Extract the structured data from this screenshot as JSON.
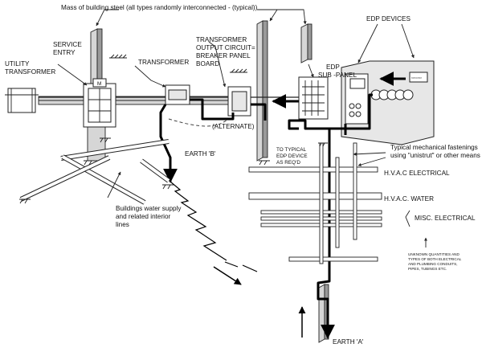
{
  "labels": {
    "steel_mass": "Mass of building steel (all types randomly interconnected - (typical))",
    "edp_devices": "EDP DEVICES",
    "service_entry_1": "SERVICE",
    "service_entry_2": "ENTRY",
    "transformer_output_1": "TRANSFORMER",
    "transformer_output_2": "OUTPUT CIRCUIT=",
    "transformer_output_3": "BREAKER PANEL",
    "transformer_output_4": "BOARD",
    "edp_subpanel_1": "EDP",
    "edp_subpanel_2": "SUB -PANEL",
    "utility_transformer_1": "UTILITY",
    "utility_transformer_2": "TRANSFORMER",
    "transformer": "TRANSFORMER",
    "alternate": "(ALTERNATE)",
    "earth_b": "EARTH 'B'",
    "to_typical_1": "TO TYPICAL",
    "to_typical_2": "EDP DEVICE",
    "to_typical_3": "AS REQ'D",
    "fastenings_1": "Typical mechanical fastenings",
    "fastenings_2": "using \"unistrut\" or other means",
    "hvac_electrical": "H.V.A.C  ELECTRICAL",
    "hvac_water": "H.V.A.C. WATER",
    "misc_electrical": "MISC. ELECTRICAL",
    "water_supply_1": "Buildings water supply",
    "water_supply_2": "and related interior",
    "water_supply_3": "lines",
    "unknown_1": "UNKNOWN QUANTITIES AND",
    "unknown_2": "TYPES OF BOTH ELECTRICAL",
    "unknown_3": "AND PLUMBING CONDUITS,",
    "unknown_4": "PIPES, TUBINGS ETC.",
    "earth_a": "EARTH 'A'",
    "meter_letter": "M"
  },
  "icons": [
    "ground-symbol",
    "arrow",
    "zigzag-earth",
    "coil"
  ]
}
